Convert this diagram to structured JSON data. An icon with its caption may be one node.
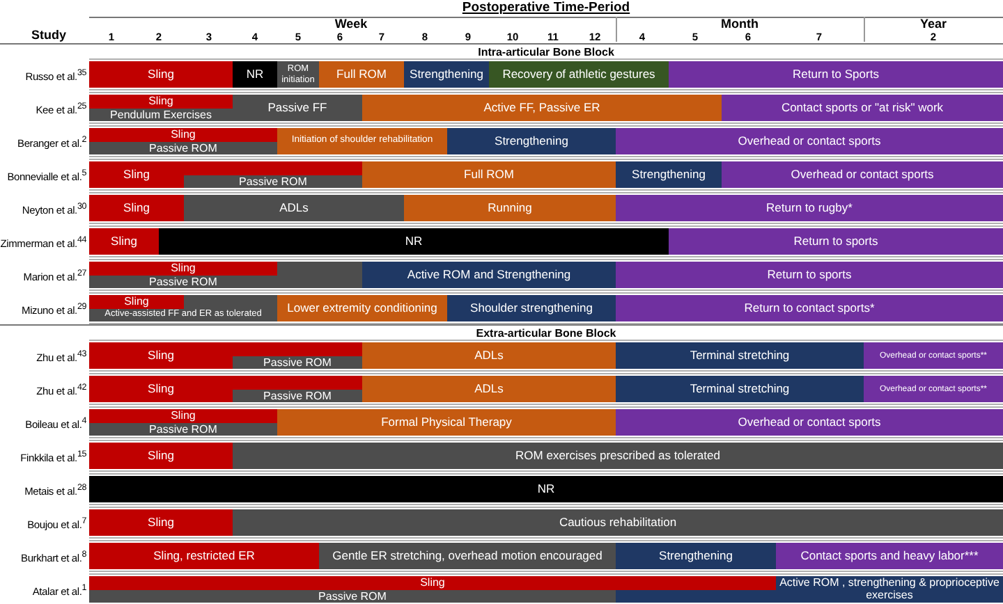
{
  "diagram": {
    "title": "Postoperative Time-Period",
    "nodes": [
      {
        "text": [
          "Sling"
        ]
      },
      {
        "text": [
          "NR"
        ]
      },
      {
        "text": [
          "ROM initiation"
        ]
      },
      {
        "text": [
          "Full ROM"
        ]
      },
      {
        "text": [
          "Strengthening"
        ]
      },
      {
        "text": [
          "Recovery of athletic gestures"
        ]
      },
      {
        "text": [
          "Return to Sports"
        ]
      },
      {
        "text": [
          "Sling"
        ]
      },
      {
        "text": [
          "Pendulum Exercises"
        ]
      },
      {
        "text": [
          "Passive FF"
        ]
      },
      {
        "text": [
          "Active FF, Passive ER"
        ]
      },
      {
        "text": [
          "Contact sports or \"at risk\" work"
        ]
      },
      {
        "text": [
          "Sling"
        ]
      },
      {
        "text": [
          "Passive ROM"
        ]
      },
      {
        "text": [
          "Initiation of shoulder rehabilitation"
        ]
      },
      {
        "text": [
          "Strengthening"
        ]
      },
      {
        "text": [
          "Overhead or contact sports"
        ]
      },
      {
        "text": [
          "Sling"
        ]
      },
      {
        "text": [
          "Passive ROM"
        ],
        "in": 17
      },
      {
        "text": [
          "Full ROM"
        ]
      },
      {
        "text": [
          "Strengthening"
        ]
      },
      {
        "text": [
          "Overhead or contact sports"
        ]
      },
      {
        "text": [
          "Sling"
        ]
      },
      {
        "text": [
          "ADLs"
        ]
      },
      {
        "text": [
          "Running"
        ]
      },
      {
        "text": [
          "Return to rugby*"
        ]
      },
      {
        "text": [
          "Sling"
        ]
      },
      {
        "text": [
          "NR"
        ]
      },
      {
        "text": [
          "Return to sports"
        ]
      },
      {
        "text": [
          "Sling"
        ]
      },
      {
        "text": [
          "Passive ROM"
        ]
      },
      {
        "text": [],
        "shape": "bar"
      },
      {
        "text": [
          "Active ROM and Strengthening"
        ]
      },
      {
        "text": [
          "Return to sports"
        ]
      },
      {
        "text": [
          "Sling"
        ]
      },
      {
        "text": [],
        "shape": "bar"
      },
      {
        "text": [
          "Active-assisted FF and ER as tolerated"
        ]
      },
      {
        "text": [
          "Lower extremity conditioning"
        ]
      },
      {
        "text": [
          "Shoulder strengthening"
        ]
      },
      {
        "text": [
          "Return to contact sports*"
        ]
      },
      {
        "text": [
          "Sling"
        ]
      },
      {
        "text": [
          "Passive ROM"
        ],
        "in": 40
      },
      {
        "text": [
          "ADLs"
        ]
      },
      {
        "text": [
          "Terminal stretching"
        ]
      },
      {
        "text": [
          "Overhead or contact sports**"
        ]
      },
      {
        "text": [
          "Sling"
        ]
      },
      {
        "text": [
          "Passive ROM"
        ],
        "in": 45
      },
      {
        "text": [
          "ADLs"
        ]
      },
      {
        "text": [
          "Terminal stretching"
        ]
      },
      {
        "text": [
          "Overhead or contact sports**"
        ]
      },
      {
        "text": [
          "Sling"
        ]
      },
      {
        "text": [
          "Passive ROM"
        ]
      },
      {
        "text": [
          "Formal Physical Therapy"
        ]
      },
      {
        "text": [
          "Overhead or contact sports"
        ]
      },
      {
        "text": [
          "Sling"
        ]
      },
      {
        "text": [
          "ROM exercises prescribed as tolerated"
        ]
      },
      {
        "text": [
          "NR"
        ]
      },
      {
        "text": [
          "Sling"
        ]
      },
      {
        "text": [
          "Cautious rehabilitation"
        ]
      },
      {
        "text": [
          "Sling, restricted ER"
        ]
      },
      {
        "text": [
          "Gentle ER stretching, overhead motion encouraged"
        ]
      },
      {
        "text": [
          "Strengthening"
        ]
      },
      {
        "text": [
          "Contact sports and heavy labor***"
        ]
      },
      {
        "text": [
          "Sling"
        ]
      },
      {
        "text": [
          "Passive ROM"
        ]
      },
      {
        "text": [],
        "shape": "bar"
      },
      {
        "text": [
          "Active ROM , strengthening & proprioceptive exercises"
        ]
      }
    ],
    "labels": [
      "Study",
      "Week",
      "1",
      "2",
      "3",
      "4",
      "5",
      "6",
      "7",
      "8",
      "9",
      "10",
      "11",
      "12",
      "Month",
      "4",
      "5",
      "6",
      "7",
      "Year",
      "2",
      "Intra-articular Bone Block",
      "Russo et al.$^{35}$",
      "Kee et al.$^{25}$",
      "Beranger et al.$^{2}$",
      "Bonnevialle et al.$^{5}$",
      "Neyton et al.$^{30}$",
      "Zimmerman et al.$^{44}$",
      "Marion et al.$^{27}$",
      "Mizuno et al.$^{29}$",
      "Extra-articular Bone Block",
      "Zhu et al.$^{43}$",
      "Zhu et al.$^{42}$",
      "Boileau et al.$^{4}$",
      "Finkkila et al.$^{15}$",
      "Metais et al.$^{28}$",
      "Boujou et al.$^{7}$",
      "Burkhart et al.$^{8}$",
      "Atalar et al.$^{1}$"
    ]
  }
}
